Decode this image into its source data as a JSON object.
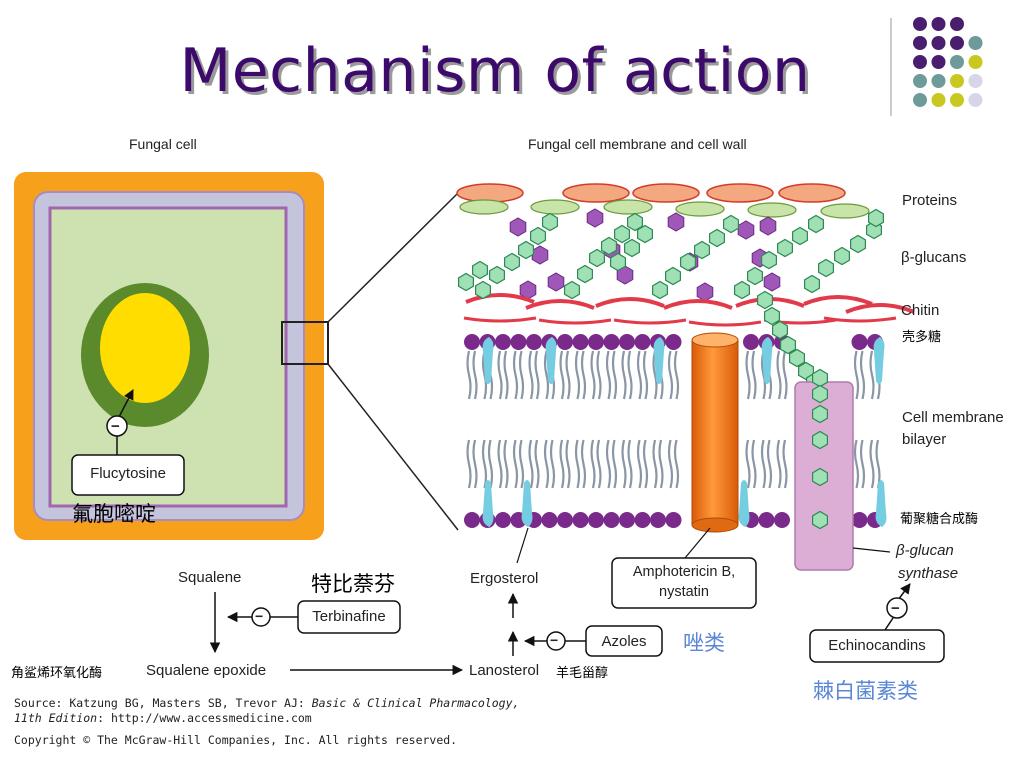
{
  "title": "Mechanism of action",
  "panels": {
    "left_heading": "Fungal cell",
    "right_heading": "Fungal cell membrane and cell wall"
  },
  "membrane_labels": {
    "proteins": "Proteins",
    "beta_glucans": "β-glucans",
    "chitin": "Chitin",
    "chitin_cn": "壳多糖",
    "bilayer_line1": "Cell membrane",
    "bilayer_line2": "bilayer",
    "synthase_cn": "葡聚糖合成酶",
    "synthase_line1": "β-glucan",
    "synthase_line2": "synthase"
  },
  "drugs": {
    "flucytosine": "Flucytosine",
    "flucytosine_cn": "氟胞嘧啶",
    "terbinafine": "Terbinafine",
    "terbinafine_cn": "特比萘芬",
    "azoles": "Azoles",
    "azoles_cn": "唑类",
    "amphotericin_line1": "Amphotericin B,",
    "amphotericin_line2": "nystatin",
    "echinocandins": "Echinocandins",
    "echinocandins_cn": "棘白菌素类",
    "inhibit_symbol": "−"
  },
  "pathway": {
    "squalene": "Squalene",
    "squalene_epoxide": "Squalene epoxide",
    "squalene_epoxidase_cn": "角鲨烯环氧化酶",
    "lanosterol": "Lanosterol",
    "lanosterol_cn": "羊毛甾醇",
    "ergosterol": "Ergosterol"
  },
  "source": {
    "line1_prefix": "Source: Katzung BG, Masters SB, Trevor AJ: ",
    "line1_italic": "Basic & Clinical Pharmacology,",
    "line2_italic": "11th Edition",
    "line2_rest": ": http://www.accessmedicine.com",
    "line3": "Copyright © The McGraw-Hill Companies, Inc. All rights reserved."
  },
  "colors": {
    "title": "#3b0a6b",
    "dot_purple": "#4a1e6e",
    "dot_teal": "#6e9a9a",
    "dot_yellow": "#c8c820",
    "dot_lavender": "#d6d6e8",
    "cell_wall": "#f7a01c",
    "cytoplasm": "#cde2b0",
    "nucleus_ring": "#5a8a2c",
    "nucleus": "#ffdd00",
    "lipid_head": "#7a2a8a",
    "cholesterol": "#74cde0",
    "amphotericin": "#f47a1a",
    "synthase": "#dcaed6",
    "glucan": "#9fe0b5",
    "chitin": "#e23a4a",
    "protein_top": "#f4a880",
    "protein_bottom": "#c9e4a8",
    "chinese_blue": "#5b87d6"
  }
}
